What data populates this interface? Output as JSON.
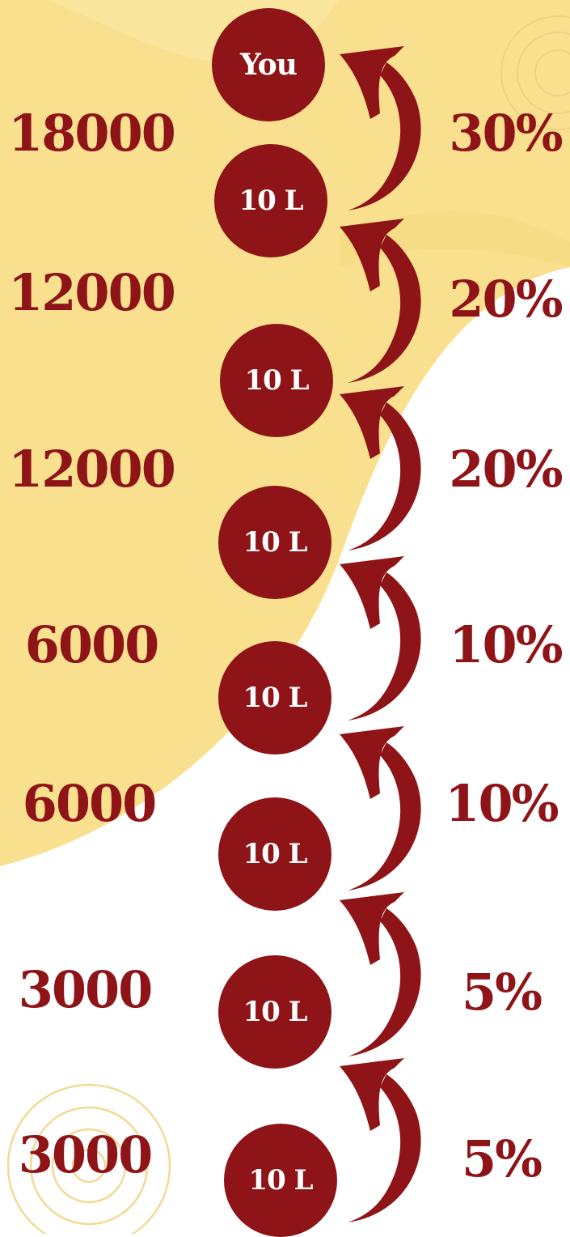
{
  "top_node": "You",
  "levels": [
    {
      "amount": "18000",
      "percent": "30%",
      "node": "10 L"
    },
    {
      "amount": "12000",
      "percent": "20%",
      "node": "10 L"
    },
    {
      "amount": "12000",
      "percent": "20%",
      "node": "10 L"
    },
    {
      "amount": "6000",
      "percent": "10%",
      "node": "10 L"
    },
    {
      "amount": "6000",
      "percent": "10%",
      "node": "10 L"
    },
    {
      "amount": "3000",
      "percent": "5%",
      "node": "10 L"
    },
    {
      "amount": "3000",
      "percent": "5%",
      "node": "10 L"
    }
  ],
  "colors": {
    "accent": "#8e1418",
    "background_blob": "#f8e08e",
    "background": "#ffffff"
  }
}
